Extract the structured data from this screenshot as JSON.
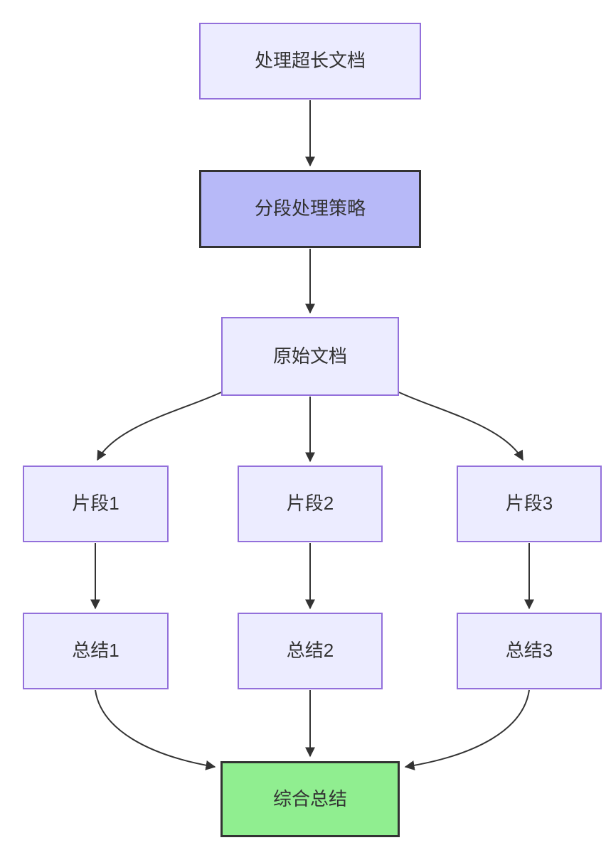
{
  "diagram": {
    "type": "flowchart",
    "direction": "top-down",
    "colors": {
      "background": "#ffffff",
      "node_fill": "#ECECFF",
      "node_border": "#9370DB",
      "highlight_fill": "#B7B9F8",
      "highlight_border": "#333333",
      "result_fill": "#90EE90",
      "result_border": "#333333",
      "edge": "#333333",
      "text": "#333333"
    },
    "nodes": [
      {
        "id": "start",
        "label": "处理超长文档",
        "style": "default"
      },
      {
        "id": "strategy",
        "label": "分段处理策略",
        "style": "highlight"
      },
      {
        "id": "doc",
        "label": "原始文档",
        "style": "default"
      },
      {
        "id": "frag1",
        "label": "片段1",
        "style": "default"
      },
      {
        "id": "frag2",
        "label": "片段2",
        "style": "default"
      },
      {
        "id": "frag3",
        "label": "片段3",
        "style": "default"
      },
      {
        "id": "sum1",
        "label": "总结1",
        "style": "default"
      },
      {
        "id": "sum2",
        "label": "总结2",
        "style": "default"
      },
      {
        "id": "sum3",
        "label": "总结3",
        "style": "default"
      },
      {
        "id": "final",
        "label": "综合总结",
        "style": "result"
      }
    ],
    "edges": [
      {
        "from": "start",
        "to": "strategy"
      },
      {
        "from": "strategy",
        "to": "doc"
      },
      {
        "from": "doc",
        "to": "frag1"
      },
      {
        "from": "doc",
        "to": "frag2"
      },
      {
        "from": "doc",
        "to": "frag3"
      },
      {
        "from": "frag1",
        "to": "sum1"
      },
      {
        "from": "frag2",
        "to": "sum2"
      },
      {
        "from": "frag3",
        "to": "sum3"
      },
      {
        "from": "sum1",
        "to": "final"
      },
      {
        "from": "sum2",
        "to": "final"
      },
      {
        "from": "sum3",
        "to": "final"
      }
    ]
  }
}
